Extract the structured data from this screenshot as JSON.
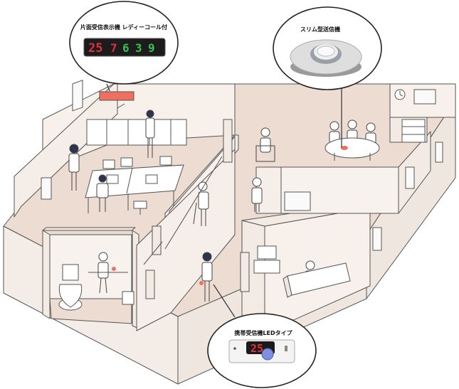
{
  "callouts": {
    "display_receiver": {
      "label": "片面受信表示機 レディーコール付",
      "display_digits": [
        "25",
        "7",
        "6",
        "3",
        "9"
      ],
      "digit_colors": [
        "#e0303a",
        "#e0303a",
        "#38c050",
        "#38c050",
        "#38c050"
      ]
    },
    "slim_transmitter": {
      "label": "スリム型送信機"
    },
    "portable_receiver": {
      "label": "携帯受信機LEDタイプ",
      "display_value": "25"
    }
  },
  "colors": {
    "floor": "#ecdcd2",
    "wall": "#f6efea",
    "line": "#555555",
    "led_red": "#e0303a",
    "led_green": "#38c050",
    "button_blue": "#7e8fe0"
  }
}
